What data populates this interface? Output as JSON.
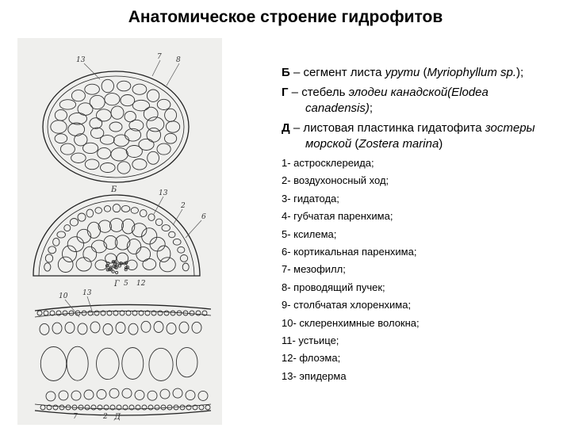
{
  "title": "Анатомическое строение гидрофитов",
  "figure": {
    "panel_letters": [
      "Б",
      "Г",
      "Д"
    ],
    "callouts_top": [
      "13",
      "7",
      "8"
    ],
    "callouts_mid": [
      "13",
      "2",
      "6",
      "5",
      "12"
    ],
    "callouts_bottom": [
      "10",
      "13",
      "7",
      "2"
    ]
  },
  "definitions": [
    {
      "letter": "Б",
      "dash": " – ",
      "text_plain": "сегмент листа ",
      "text_italic": "урути",
      "text_plain2": " (",
      "text_italic2": "Myriophyllum sp.",
      "text_plain3": ");"
    },
    {
      "letter": "Г",
      "dash": " – ",
      "text_plain": "стебель ",
      "text_italic": "элодеи канадской(Elodea canadensis)",
      "text_plain2": ";",
      "text_italic2": "",
      "text_plain3": ""
    },
    {
      "letter": "Д",
      "dash": " – ",
      "text_plain": "листовая пластинка гидатофита ",
      "text_italic": "зостеры морской",
      "text_plain2": " (",
      "text_italic2": "Zostera marina",
      "text_plain3": ")"
    }
  ],
  "items": [
    "1- астросклереида;",
    "2- воздухоносный ход;",
    "3- гидатода;",
    "4- губчатая паренхима;",
    "5- ксилема;",
    "6- кортикальная паренхима;",
    "7- мезофилл;",
    "8- проводящий пучек;",
    "9- столбчатая хлоренхима;",
    "10- склеренхимные волокна;",
    "11- устьице;",
    "12- флоэма;",
    "13- эпидерма"
  ]
}
